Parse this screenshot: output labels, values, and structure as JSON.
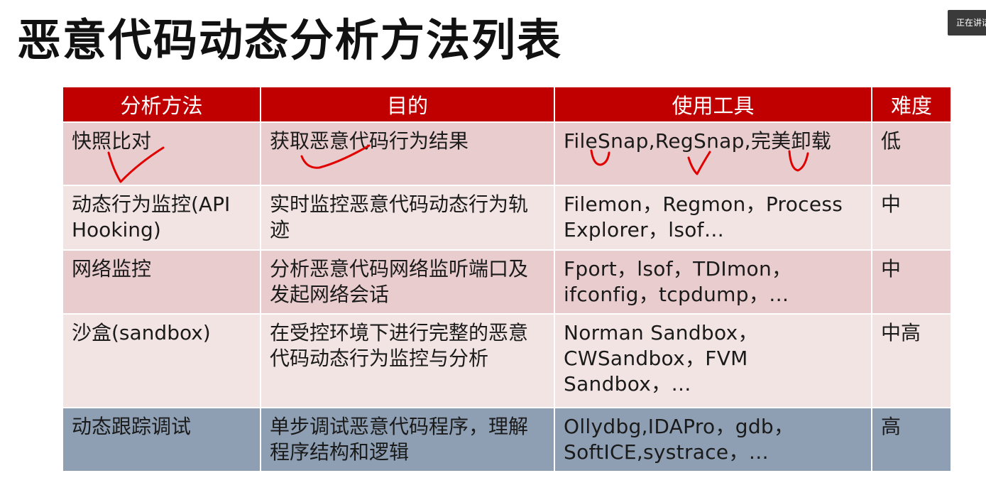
{
  "title": "恶意代码动态分析方法列表",
  "badge": "正在讲话",
  "table": {
    "headers": [
      "分析方法",
      "目的",
      "使用工具",
      "难度"
    ],
    "rows": [
      {
        "method": "快照比对",
        "purpose": "获取恶意代码行为结果",
        "tools": "FileSnap,RegSnap,完美卸载",
        "difficulty": "低"
      },
      {
        "method": "动态行为监控(API Hooking)",
        "purpose": "实时监控恶意代码动态行为轨迹",
        "tools": "Filemon，Regmon，Process Explorer，lsof…",
        "difficulty": "中"
      },
      {
        "method": "网络监控",
        "purpose": "分析恶意代码网络监听端口及发起网络会话",
        "tools": "Fport，lsof，TDImon，ifconfig，tcpdump，…",
        "difficulty": "中"
      },
      {
        "method": "沙盒(sandbox)",
        "purpose": "在受控环境下进行完整的恶意代码动态行为监控与分析",
        "tools": "Norman Sandbox，CWSandbox，FVM Sandbox，…",
        "difficulty": "中高"
      },
      {
        "method": "动态跟踪调试",
        "purpose": "单步调试恶意代码程序，理解程序结构和逻辑",
        "tools": "Ollydbg,IDAPro，gdb，SoftICE,systrace，…",
        "difficulty": "高"
      }
    ]
  },
  "annotation_color": "#e00000"
}
